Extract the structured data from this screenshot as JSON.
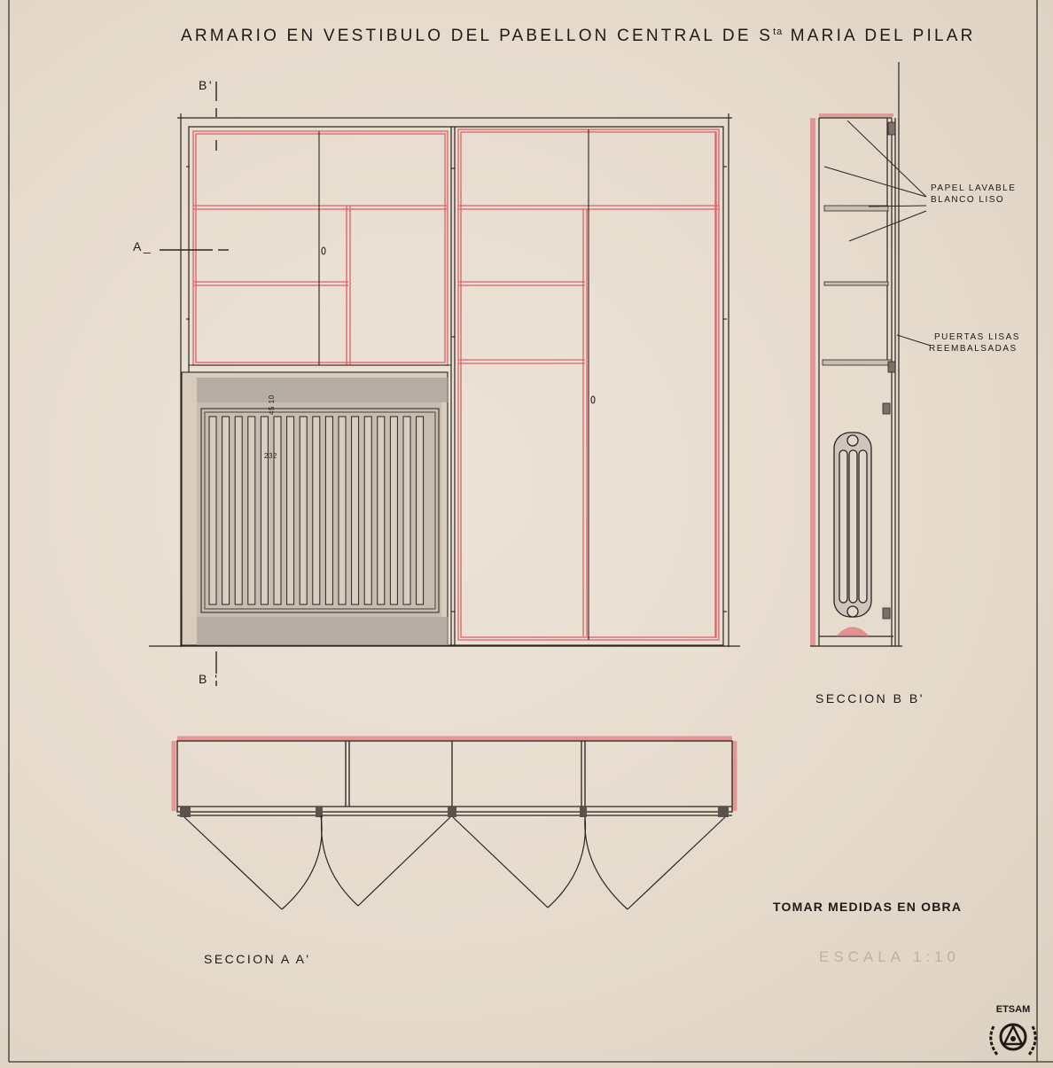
{
  "title": {
    "prefix": "ARMARIO EN VESTIBULO DEL PABELLON CENTRAL DE S",
    "superscript": "ta",
    "suffix": " MARIA DEL PILAR"
  },
  "section_marks": {
    "b_top": "B'",
    "b_bottom": "B '",
    "a_left": "A_"
  },
  "section_titles": {
    "bb": "SECCION  B B'",
    "aa": "SECCION  A A'"
  },
  "annotations": {
    "papel_line1": "PAPEL LAVABLE",
    "papel_line2": "BLANCO LISO",
    "puertas_line1": "PUERTAS LISAS",
    "puertas_line2": "REEMBALSADAS",
    "tomar": "TOMAR MEDIDAS EN OBRA",
    "escala": "ESCALA 1:10"
  },
  "dimensions": {
    "dim_a": "45 10",
    "dim_b": "232"
  },
  "logo": {
    "text": "ETSAM"
  },
  "colors": {
    "paper": "#e8ddd0",
    "ink": "#1e1a17",
    "red_pencil": "#e0606a",
    "graphite_fill": "#a6a09a"
  }
}
